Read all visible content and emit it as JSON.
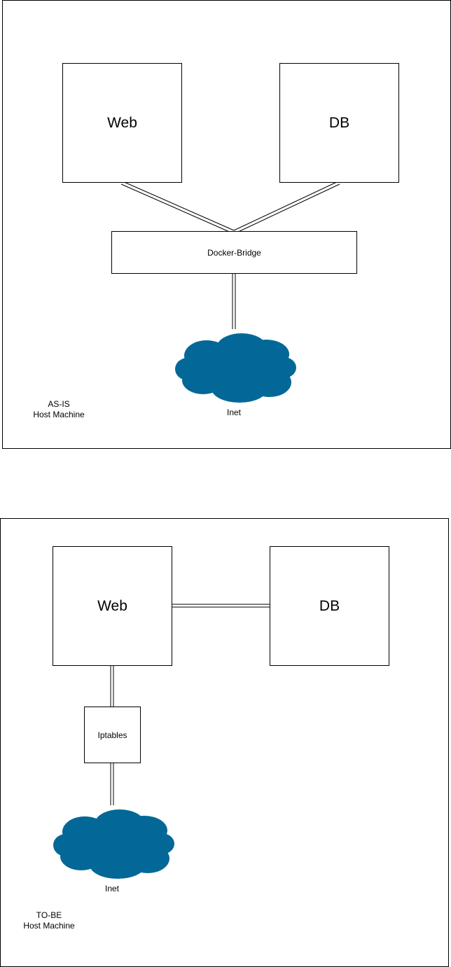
{
  "as_is": {
    "web_label": "Web",
    "db_label": "DB",
    "bridge_label": "Docker-Bridge",
    "cloud_label": "Inet",
    "caption_line1": "AS-IS",
    "caption_line2": "Host Machine"
  },
  "to_be": {
    "web_label": "Web",
    "db_label": "DB",
    "iptables_label": "Iptables",
    "cloud_label": "Inet",
    "caption_line1": "TO-BE",
    "caption_line2": "Host Machine"
  },
  "colors": {
    "cloud_fill": "#036897",
    "border": "#000000"
  }
}
